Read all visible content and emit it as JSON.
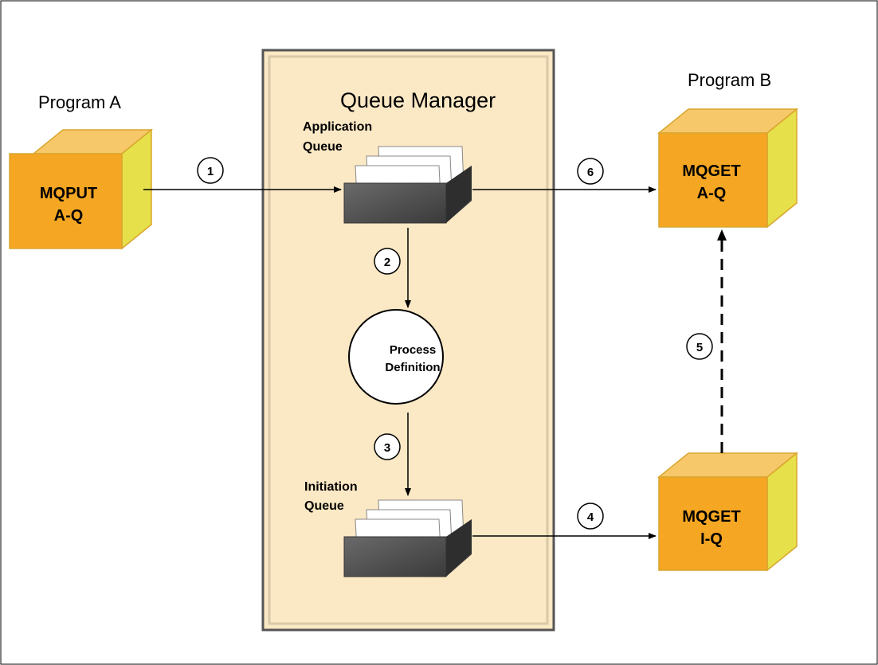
{
  "program_a": {
    "title": "Program A",
    "line1": "MQPUT",
    "line2": "A-Q"
  },
  "program_b": {
    "title": "Program B",
    "get_aq": {
      "line1": "MQGET",
      "line2": "A-Q"
    },
    "get_iq": {
      "line1": "MQGET",
      "line2": "I-Q"
    }
  },
  "queue_manager": {
    "title": "Queue Manager",
    "application_queue": {
      "line1": "Application",
      "line2": "Queue"
    },
    "process_definition": {
      "line1": "Process",
      "line2": "Definition"
    },
    "initiation_queue": {
      "line1": "Initiation",
      "line2": "Queue"
    }
  },
  "steps": [
    "1",
    "2",
    "3",
    "4",
    "5",
    "6"
  ],
  "colors": {
    "cube_front": "#f5a623",
    "cube_top": "#f7c86a",
    "cube_side": "#e6e04a",
    "cube_edge": "#d9a62e",
    "qm_fill": "#fbe8c4",
    "qm_border": "#555555",
    "tray": "#4a4a4a"
  }
}
